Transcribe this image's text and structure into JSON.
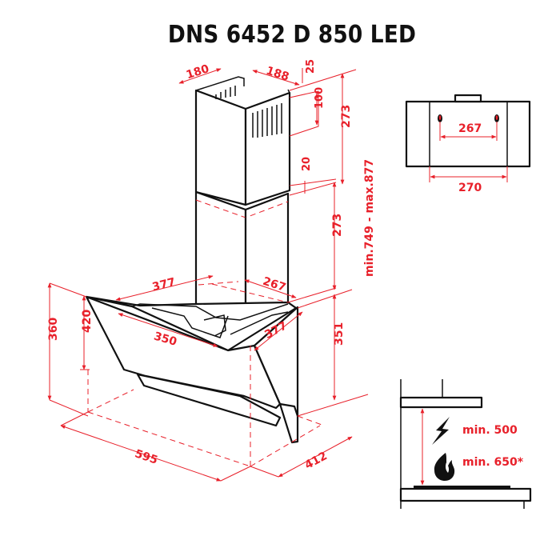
{
  "title": "DNS 6452 D 850 LED",
  "colors": {
    "dimension": "#e8202a",
    "outline": "#111111",
    "background": "#ffffff"
  },
  "main_view": {
    "chimney_upper": {
      "width_left": "180",
      "width_right": "188",
      "top_offset": "25",
      "vent_height": "100",
      "height": "273",
      "overlap": "20"
    },
    "chimney_lower": {
      "height": "273"
    },
    "total_height_range": "min.749 - max.877",
    "hood": {
      "top_depth_left": "377",
      "top_depth_right": "267",
      "inner_width": "350",
      "side_depth": "377",
      "height_front": "420",
      "height_overall": "360",
      "height_back": "351",
      "width": "595",
      "depth": "412"
    }
  },
  "top_view": {
    "mount_hole_spacing": "267",
    "bracket_width": "270"
  },
  "installation_view": {
    "electric_label": "min. 500",
    "gas_label": "min. 650*",
    "icons": [
      "lightning-icon",
      "flame-icon"
    ]
  }
}
